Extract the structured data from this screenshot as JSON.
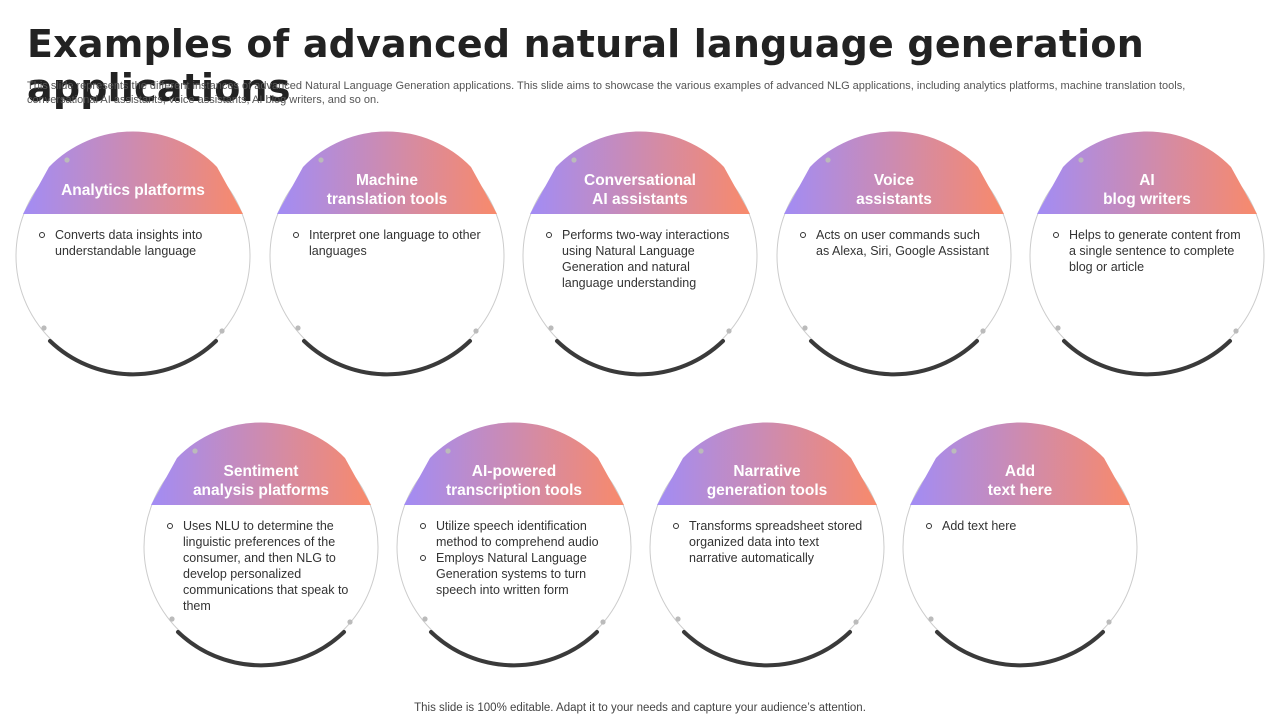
{
  "slide": {
    "title": "Examples of advanced natural language generation applications",
    "subtitle": "This slide represents the different instances of advanced Natural Language Generation applications. This slide aims to showcase the various examples of advanced NLG applications, including analytics platforms, machine translation tools, conversational AI assistants, voice assistants, AI blog writers, and so on.",
    "footer": "This slide is 100% editable. Adapt it to your needs and capture your audience’s attention."
  },
  "colors": {
    "gradient_start": "#a28cf5",
    "gradient_end": "#f88a6b",
    "ring_line": "#cccccc",
    "arc": "#3a3a3a",
    "dot": "#bbbbbb"
  },
  "cards": [
    {
      "heading": "Analytics platforms",
      "points": [
        "Converts data insights into understandable language"
      ]
    },
    {
      "heading": "Machine\ntranslation tools",
      "points": [
        "Interpret one language to other languages"
      ]
    },
    {
      "heading": "Conversational\nAI assistants",
      "points": [
        "Performs two-way interactions using Natural Language Generation and natural language understanding"
      ]
    },
    {
      "heading": "Voice\nassistants",
      "points": [
        "Acts on user commands such as Alexa, Siri, Google Assistant"
      ]
    },
    {
      "heading": "AI\nblog writers",
      "points": [
        "Helps to generate content from a single sentence to complete blog or article"
      ]
    },
    {
      "heading": "Sentiment\nanalysis platforms",
      "points": [
        "Uses NLU to determine the linguistic preferences of the consumer, and then NLG to develop personalized communications that speak to them"
      ]
    },
    {
      "heading": "AI-powered\ntranscription tools",
      "points": [
        "Utilize speech identification method to comprehend audio",
        "Employs Natural Language Generation systems to turn speech into written form"
      ]
    },
    {
      "heading": "Narrative\ngeneration tools",
      "points": [
        "Transforms spreadsheet stored organized data into text narrative automatically"
      ]
    },
    {
      "heading": "Add\ntext here",
      "points": [
        "Add text here"
      ]
    }
  ]
}
